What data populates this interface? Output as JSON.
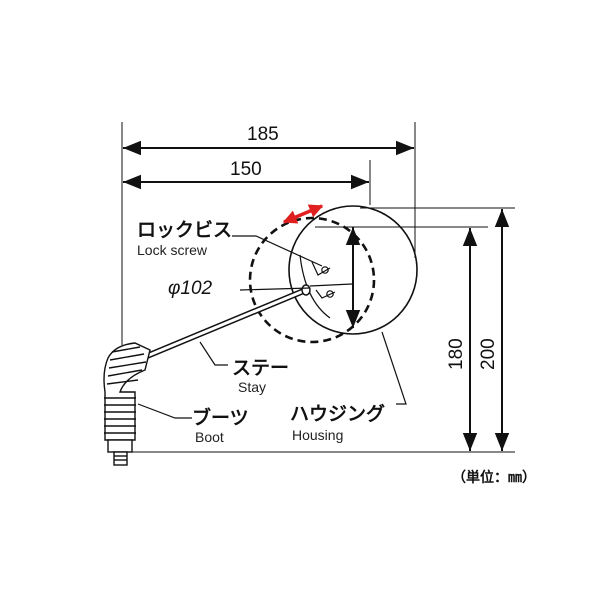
{
  "dimensions": {
    "overall_width": "185",
    "stay_width": "150",
    "diameter": "φ102",
    "height_inner": "180",
    "height_outer": "200"
  },
  "labels": {
    "lock_screw_jp": "ロックビス",
    "lock_screw_en": "Lock screw",
    "stay_jp": "ステー",
    "stay_en": "Stay",
    "boot_jp": "ブーツ",
    "boot_en": "Boot",
    "housing_jp": "ハウジング",
    "housing_en": "Housing"
  },
  "unit_note": "（単位：㎜）",
  "colors": {
    "line": "#111111",
    "adjust_arrow": "#e02020"
  }
}
